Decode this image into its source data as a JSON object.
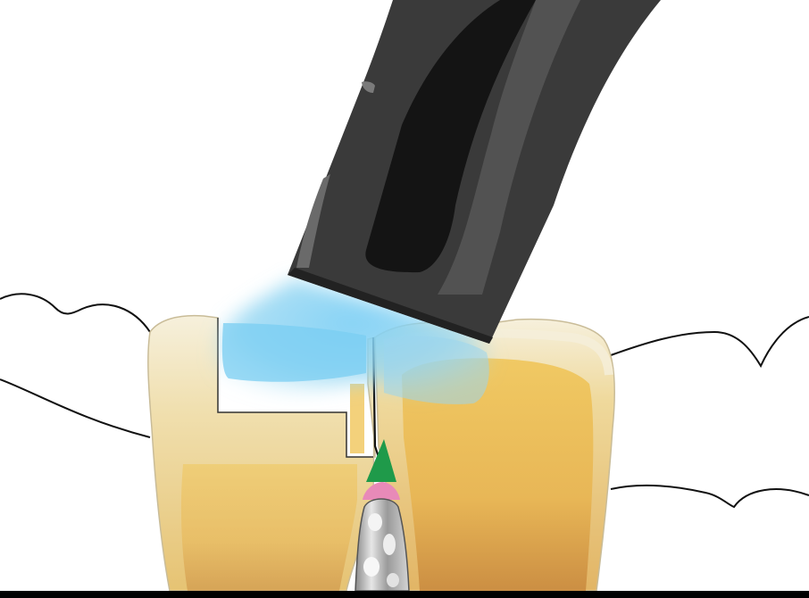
{
  "scene": {
    "title": "",
    "palette": {
      "background": "#ffffff",
      "outline": "#111111",
      "enamel_light": "#f2ead2",
      "dentin": "#e8c86e",
      "dentin_deep": "#d49a45",
      "composite_cure_light": "#8fd3f2",
      "curing_light_body": "#3a3a3a",
      "curing_light_highlight": "#6a6a6a",
      "curing_light_core": "#141414",
      "wedge": "#1f9a4a",
      "matrix_tip": "#e88ab8",
      "interproximal_metal": "#b8b8b8"
    },
    "elements": [
      "curing-light-tip",
      "blue-light-beam",
      "gingiva-outline",
      "left-tooth",
      "right-tooth",
      "class-ii-cavity-preparation",
      "matrix-band",
      "interproximal-wedge",
      "matrix-retainer-tip",
      "interproximal-metal-strip"
    ]
  }
}
